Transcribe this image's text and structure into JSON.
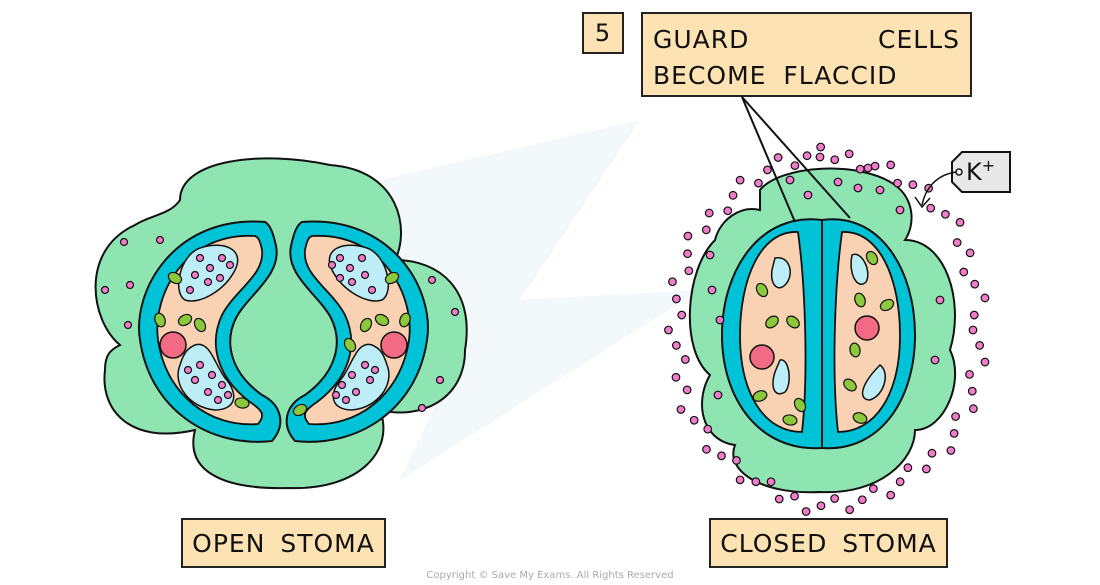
{
  "step_number": "5",
  "step_text": "GUARD CELLS BECOME FLACCID",
  "ion_tag": {
    "symbol": "K",
    "charge": "+"
  },
  "labels": {
    "open": "OPEN STOMA",
    "closed": "CLOSED STOMA"
  },
  "copyright": "Copyright © Save My Exams. All Rights Reserved",
  "colors": {
    "subsidiary_cell": "#8fe5b2",
    "guard_cell_wall": "#00c3d8",
    "cytoplasm": "#f8d2b2",
    "vacuole": "#bdeef7",
    "ion": "#f27ccc",
    "nucleus": "#f26a84",
    "chloroplast": "#8bc83c",
    "label_fill": "#fde3b3"
  }
}
